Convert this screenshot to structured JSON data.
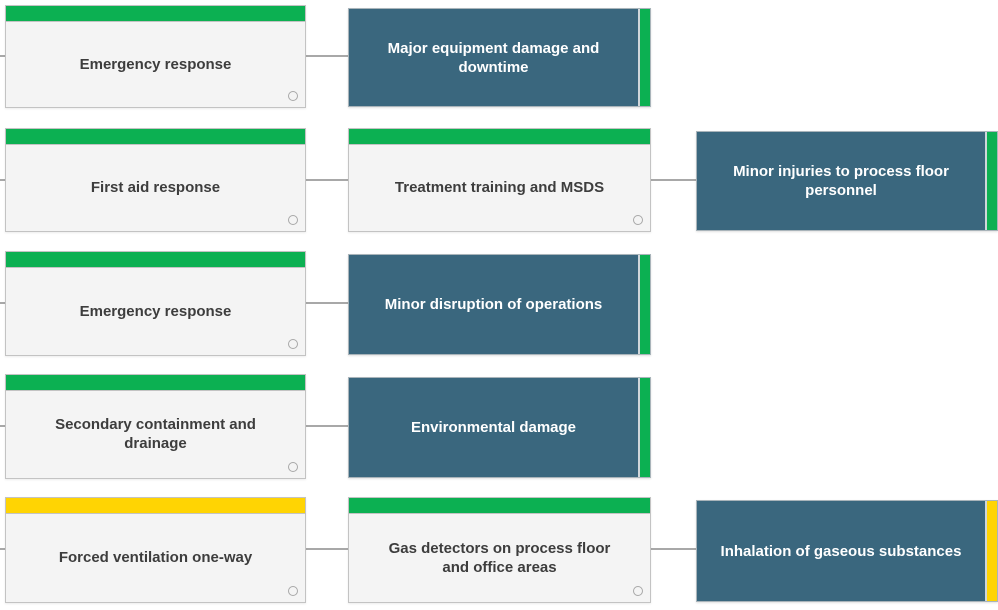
{
  "colors": {
    "accent_green": "#0cb052",
    "accent_yellow": "#ffd403",
    "teal": "#3a677e",
    "barrier_fill": "#f4f4f4",
    "barrier_border": "#c3c3c3",
    "consequence_border": "#a9b4ba",
    "connector": "#a8a8a8",
    "text_dark": "#3d3d3d",
    "text_light": "#ffffff"
  },
  "icons": {
    "barrier_corner": "circle-outline"
  },
  "diagram": {
    "rows": [
      {
        "nodes": [
          {
            "type": "barrier",
            "label": "Emergency response",
            "accent": "green"
          },
          {
            "type": "consequence",
            "label": "Major equipment damage and downtime",
            "accent": "green"
          }
        ]
      },
      {
        "nodes": [
          {
            "type": "barrier",
            "label": "First aid response",
            "accent": "green"
          },
          {
            "type": "barrier",
            "label": "Treatment training and MSDS",
            "accent": "green"
          },
          {
            "type": "consequence",
            "label": "Minor injuries to process floor personnel",
            "accent": "green"
          }
        ]
      },
      {
        "nodes": [
          {
            "type": "barrier",
            "label": "Emergency response",
            "accent": "green"
          },
          {
            "type": "consequence",
            "label": "Minor disruption of operations",
            "accent": "green"
          }
        ]
      },
      {
        "nodes": [
          {
            "type": "barrier",
            "label": "Secondary containment and drainage",
            "accent": "green"
          },
          {
            "type": "consequence",
            "label": "Environmental damage",
            "accent": "green"
          }
        ]
      },
      {
        "nodes": [
          {
            "type": "barrier",
            "label": "Forced ventilation one-way",
            "accent": "yellow"
          },
          {
            "type": "barrier",
            "label": "Gas detectors on process floor and office areas",
            "accent": "green"
          },
          {
            "type": "consequence",
            "label": "Inhalation of gaseous substances",
            "accent": "yellow"
          }
        ]
      }
    ]
  }
}
